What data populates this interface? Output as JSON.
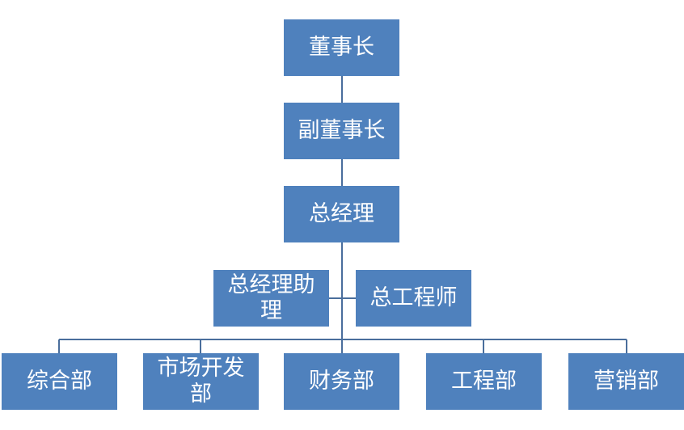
{
  "org_chart": {
    "chairman": "董事长",
    "vice_chairman": "副董事长",
    "general_manager": "总经理",
    "gm_assistant": "总经理助理",
    "chief_engineer": "总工程师",
    "departments": [
      "综合部",
      "市场开发部",
      "财务部",
      "工程部",
      "营销部"
    ]
  },
  "colors": {
    "box_fill": "#4f81bd",
    "box_text": "#ffffff",
    "connector": "#4a6e9c"
  }
}
